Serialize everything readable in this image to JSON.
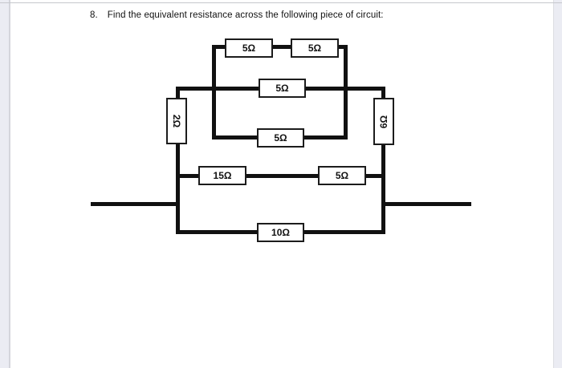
{
  "question": {
    "number": "8.",
    "text": "Find the equivalent resistance across the following piece of circuit:"
  },
  "circuit": {
    "unit": "Ω",
    "resistors": [
      {
        "id": "top-series-1",
        "label": "5Ω",
        "value": 5,
        "orientation": "horizontal"
      },
      {
        "id": "top-series-2",
        "label": "5Ω",
        "value": 5,
        "orientation": "horizontal"
      },
      {
        "id": "middle-parallel",
        "label": "5Ω",
        "value": 5,
        "orientation": "horizontal"
      },
      {
        "id": "inner-lower-parallel",
        "label": "5Ω",
        "value": 5,
        "orientation": "horizontal"
      },
      {
        "id": "left-side",
        "label": "2Ω",
        "value": 2,
        "orientation": "vertical"
      },
      {
        "id": "right-side",
        "label": "6Ω",
        "value": 6,
        "orientation": "vertical"
      },
      {
        "id": "lower-series-1",
        "label": "15Ω",
        "value": 15,
        "orientation": "horizontal"
      },
      {
        "id": "lower-series-2",
        "label": "5Ω",
        "value": 5,
        "orientation": "horizontal"
      },
      {
        "id": "bottom-parallel",
        "label": "10Ω",
        "value": 10,
        "orientation": "horizontal"
      }
    ]
  },
  "colors": {
    "wire": "#111111",
    "resistor_border": "#1c1c1c",
    "page_margin": "#ebecf3",
    "top_divider": "#c5c7cc"
  }
}
